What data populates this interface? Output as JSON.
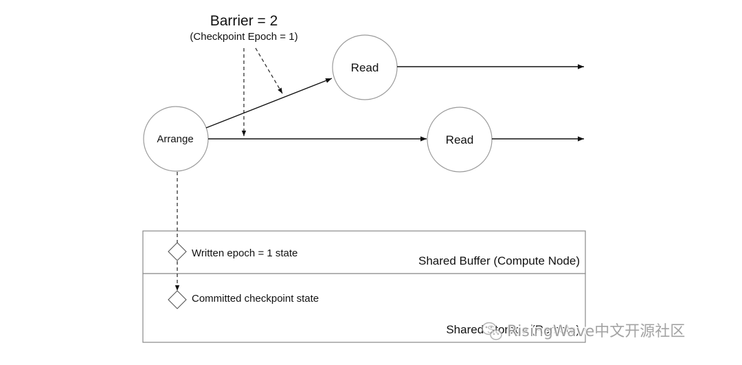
{
  "barrier": {
    "title": "Barrier = 2",
    "subtitle": "(Checkpoint Epoch = 1)"
  },
  "nodes": {
    "arrange": "Arrange",
    "read_upper": "Read",
    "read_lower": "Read"
  },
  "shared_buffer": {
    "title": "Shared Buffer (Compute Node)",
    "state_label": "Written epoch = 1 state"
  },
  "shared_storage": {
    "title": "Shared Storage (Remote)",
    "state_label": "Committed checkpoint state"
  },
  "watermark": {
    "text": "RisingWave中文开源社区",
    "icon": "wechat-icon"
  },
  "colors": {
    "stroke": "#333333",
    "text": "#111111",
    "box_border": "#888888"
  }
}
